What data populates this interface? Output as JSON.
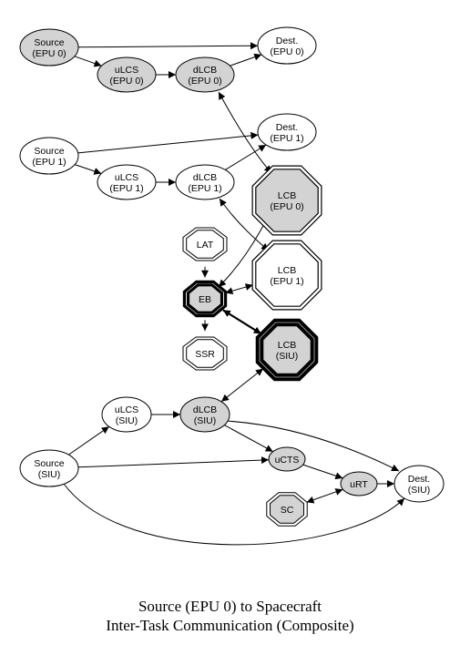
{
  "diagram": {
    "nodes": [
      {
        "id": "src0",
        "label": [
          "Source",
          "(EPU 0)"
        ],
        "fill": "#d3d3d3"
      },
      {
        "id": "dst0",
        "label": [
          "Dest.",
          "(EPU 0)"
        ],
        "fill": "#ffffff"
      },
      {
        "id": "ulcs0",
        "label": [
          "uLCS",
          "(EPU 0)"
        ],
        "fill": "#d3d3d3"
      },
      {
        "id": "dlcb0",
        "label": [
          "dLCB",
          "(EPU 0)"
        ],
        "fill": "#d3d3d3"
      },
      {
        "id": "src1",
        "label": [
          "Source",
          "(EPU 1)"
        ],
        "fill": "#ffffff"
      },
      {
        "id": "dst1",
        "label": [
          "Dest.",
          "(EPU 1)"
        ],
        "fill": "#ffffff"
      },
      {
        "id": "ulcs1",
        "label": [
          "uLCS",
          "(EPU 1)"
        ],
        "fill": "#ffffff"
      },
      {
        "id": "dlcb1",
        "label": [
          "dLCB",
          "(EPU 1)"
        ],
        "fill": "#ffffff"
      },
      {
        "id": "lcb0",
        "label": [
          "LCB",
          "(EPU 0)"
        ],
        "fill": "#d3d3d3"
      },
      {
        "id": "lat",
        "label": [
          "LAT"
        ],
        "fill": "#ffffff"
      },
      {
        "id": "lcb1",
        "label": [
          "LCB",
          "(EPU 1)"
        ],
        "fill": "#ffffff"
      },
      {
        "id": "eb",
        "label": [
          "EB"
        ],
        "fill": "#d3d3d3"
      },
      {
        "id": "ssr",
        "label": [
          "SSR"
        ],
        "fill": "#ffffff"
      },
      {
        "id": "lcbsiu",
        "label": [
          "LCB",
          "(SIU)"
        ],
        "fill": "#d3d3d3"
      },
      {
        "id": "ulcssiu",
        "label": [
          "uLCS",
          "(SIU)"
        ],
        "fill": "#ffffff"
      },
      {
        "id": "dlcbsiu",
        "label": [
          "dLCB",
          "(SIU)"
        ],
        "fill": "#d3d3d3"
      },
      {
        "id": "srcsiu",
        "label": [
          "Source",
          "(SIU)"
        ],
        "fill": "#ffffff"
      },
      {
        "id": "ucts",
        "label": [
          "uCTS"
        ],
        "fill": "#d3d3d3"
      },
      {
        "id": "urt",
        "label": [
          "uRT"
        ],
        "fill": "#d3d3d3"
      },
      {
        "id": "dstsiu",
        "label": [
          "Dest.",
          "(SIU)"
        ],
        "fill": "#ffffff"
      },
      {
        "id": "sc",
        "label": [
          "SC"
        ],
        "fill": "#d3d3d3"
      }
    ],
    "edges": [
      {
        "from": "src0",
        "to": "dst0",
        "dir": "forward"
      },
      {
        "from": "src0",
        "to": "ulcs0",
        "dir": "forward"
      },
      {
        "from": "ulcs0",
        "to": "dlcb0",
        "dir": "forward"
      },
      {
        "from": "dlcb0",
        "to": "dst0",
        "dir": "forward"
      },
      {
        "from": "dlcb0",
        "to": "lcb0",
        "dir": "both"
      },
      {
        "from": "src1",
        "to": "dst1",
        "dir": "forward"
      },
      {
        "from": "src1",
        "to": "ulcs1",
        "dir": "forward"
      },
      {
        "from": "ulcs1",
        "to": "dlcb1",
        "dir": "forward"
      },
      {
        "from": "dlcb1",
        "to": "dst1",
        "dir": "forward"
      },
      {
        "from": "dlcb1",
        "to": "lcb1",
        "dir": "both"
      },
      {
        "from": "lcb0",
        "to": "eb",
        "dir": "both"
      },
      {
        "from": "lcb1",
        "to": "eb",
        "dir": "both"
      },
      {
        "from": "lat",
        "to": "eb",
        "dir": "forward"
      },
      {
        "from": "eb",
        "to": "ssr",
        "dir": "forward"
      },
      {
        "from": "eb",
        "to": "lcbsiu",
        "dir": "both"
      },
      {
        "from": "dlcbsiu",
        "to": "lcbsiu",
        "dir": "both"
      },
      {
        "from": "srcsiu",
        "to": "ulcssiu",
        "dir": "forward"
      },
      {
        "from": "ulcssiu",
        "to": "dlcbsiu",
        "dir": "forward"
      },
      {
        "from": "dlcbsiu",
        "to": "ucts",
        "dir": "forward"
      },
      {
        "from": "dlcbsiu",
        "to": "dstsiu",
        "dir": "forward"
      },
      {
        "from": "srcsiu",
        "to": "ucts",
        "dir": "forward"
      },
      {
        "from": "ucts",
        "to": "urt",
        "dir": "forward"
      },
      {
        "from": "urt",
        "to": "dstsiu",
        "dir": "forward"
      },
      {
        "from": "sc",
        "to": "urt",
        "dir": "both"
      },
      {
        "from": "srcsiu",
        "to": "dstsiu",
        "dir": "forward"
      }
    ]
  },
  "caption": {
    "line1": "Source (EPU 0) to Spacecraft",
    "line2": "Inter-Task Communication (Composite)"
  }
}
